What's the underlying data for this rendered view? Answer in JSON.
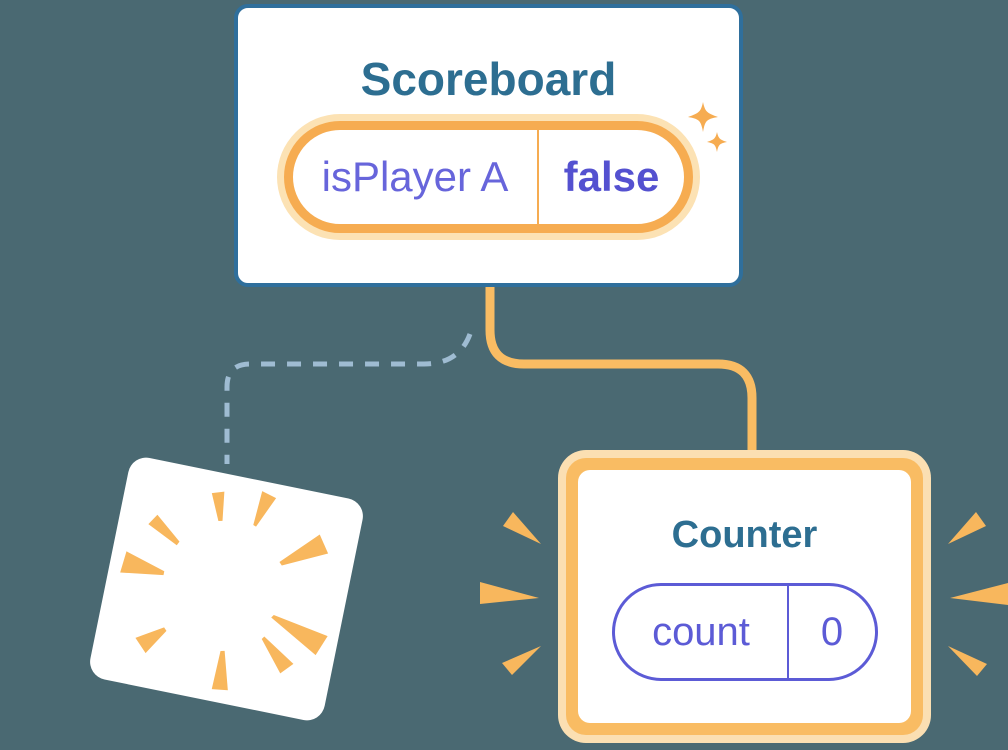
{
  "diagram": {
    "description": "React state preservation diagram: Scoreboard parent keeps state, old child is destroyed with a poof, new Counter child is created",
    "background_color": "#4A6972"
  },
  "scoreboard": {
    "title": "Scoreboard",
    "state_pill": {
      "label": "isPlayer A",
      "value": "false"
    }
  },
  "counter": {
    "title": "Counter",
    "state_pill": {
      "label": "count",
      "value": "0"
    }
  },
  "destroyed_component": {
    "note": "tilted blank card with starburst rays (component removed with a poof)"
  },
  "icons": {
    "sparkles": "sparkles-icon",
    "starburst": "starburst-icon",
    "emphasis_left": "emphasis-marks-left-icon",
    "emphasis_right": "emphasis-marks-right-icon"
  },
  "colors": {
    "background": "#4A6972",
    "card_fill": "#FFFFFF",
    "card_border_blue": "#2F6F9C",
    "title_teal": "#2D6E91",
    "state_purple": "#6765DB",
    "state_purple_bold": "#5451D0",
    "counter_purple": "#5C5BD6",
    "pill_orange": "#F6AC51",
    "pill_glow_cream": "#FCE2B4",
    "connector_orange": "#F9BC63",
    "counter_border_cream": "#FBDFB2",
    "ray_orange": "#F8B75D",
    "dashed_blue": "#9FBCD2"
  }
}
